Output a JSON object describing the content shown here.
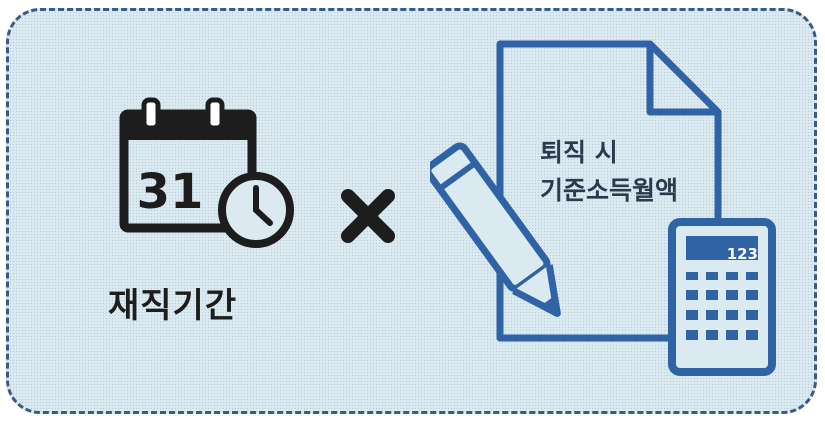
{
  "left": {
    "label": "재직기간",
    "calendar_day": "31"
  },
  "operator": {
    "symbol": "×"
  },
  "right": {
    "doc_line1": "퇴직 시",
    "doc_line2": "기준소득월액",
    "calculator_display": "123"
  },
  "colors": {
    "accent": "#2f63a6",
    "dark": "#1d1d1d",
    "background": "#dbe9f1",
    "border": "#3c5a86"
  }
}
